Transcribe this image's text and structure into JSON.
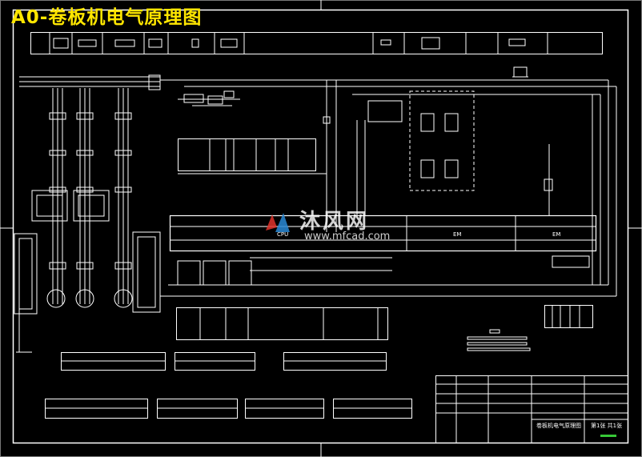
{
  "title": "A0-卷板机电气原理图",
  "watermark": {
    "brand": "沐风网",
    "url": "www.mfcad.com"
  },
  "title_block": {
    "drawing_name": "卷板机电气原理图",
    "sheet": "第1张 共1张"
  },
  "plc_labels": {
    "main": "CPU",
    "mod1": "EM",
    "mod2": "EM"
  },
  "colors": {
    "background": "#000000",
    "lines": "#ffffff",
    "title": "#ffe600",
    "watermark_logo_red": "#e0342c",
    "watermark_logo_blue": "#2a8ad6",
    "accent_green": "#37c837"
  }
}
